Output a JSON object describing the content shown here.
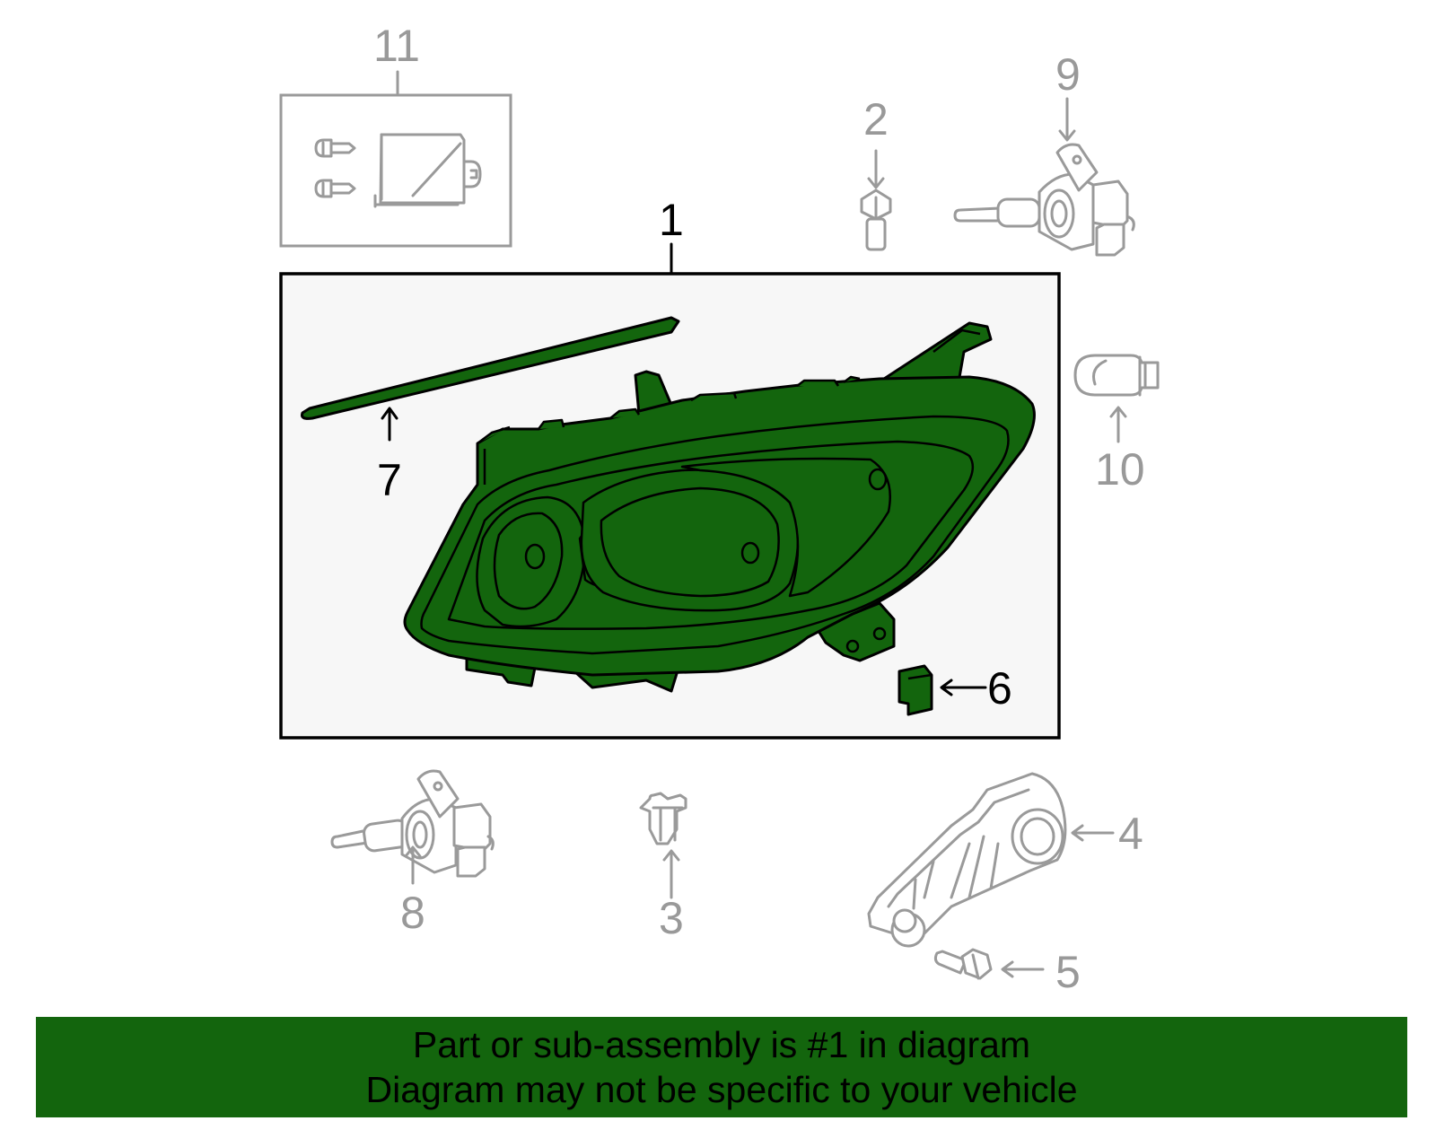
{
  "callouts": {
    "c1": "1",
    "c2": "2",
    "c3": "3",
    "c4": "4",
    "c5": "5",
    "c6": "6",
    "c7": "7",
    "c8": "8",
    "c9": "9",
    "c10": "10",
    "c11": "11"
  },
  "colors": {
    "highlight": "#13650d",
    "outline": "#000000",
    "secondary_part": "#999999",
    "assembly_box_fill": "#f7f7f7"
  },
  "banner": {
    "line1": "Part or sub-assembly is #1 in diagram",
    "line2": "Diagram may not be specific to your vehicle"
  }
}
